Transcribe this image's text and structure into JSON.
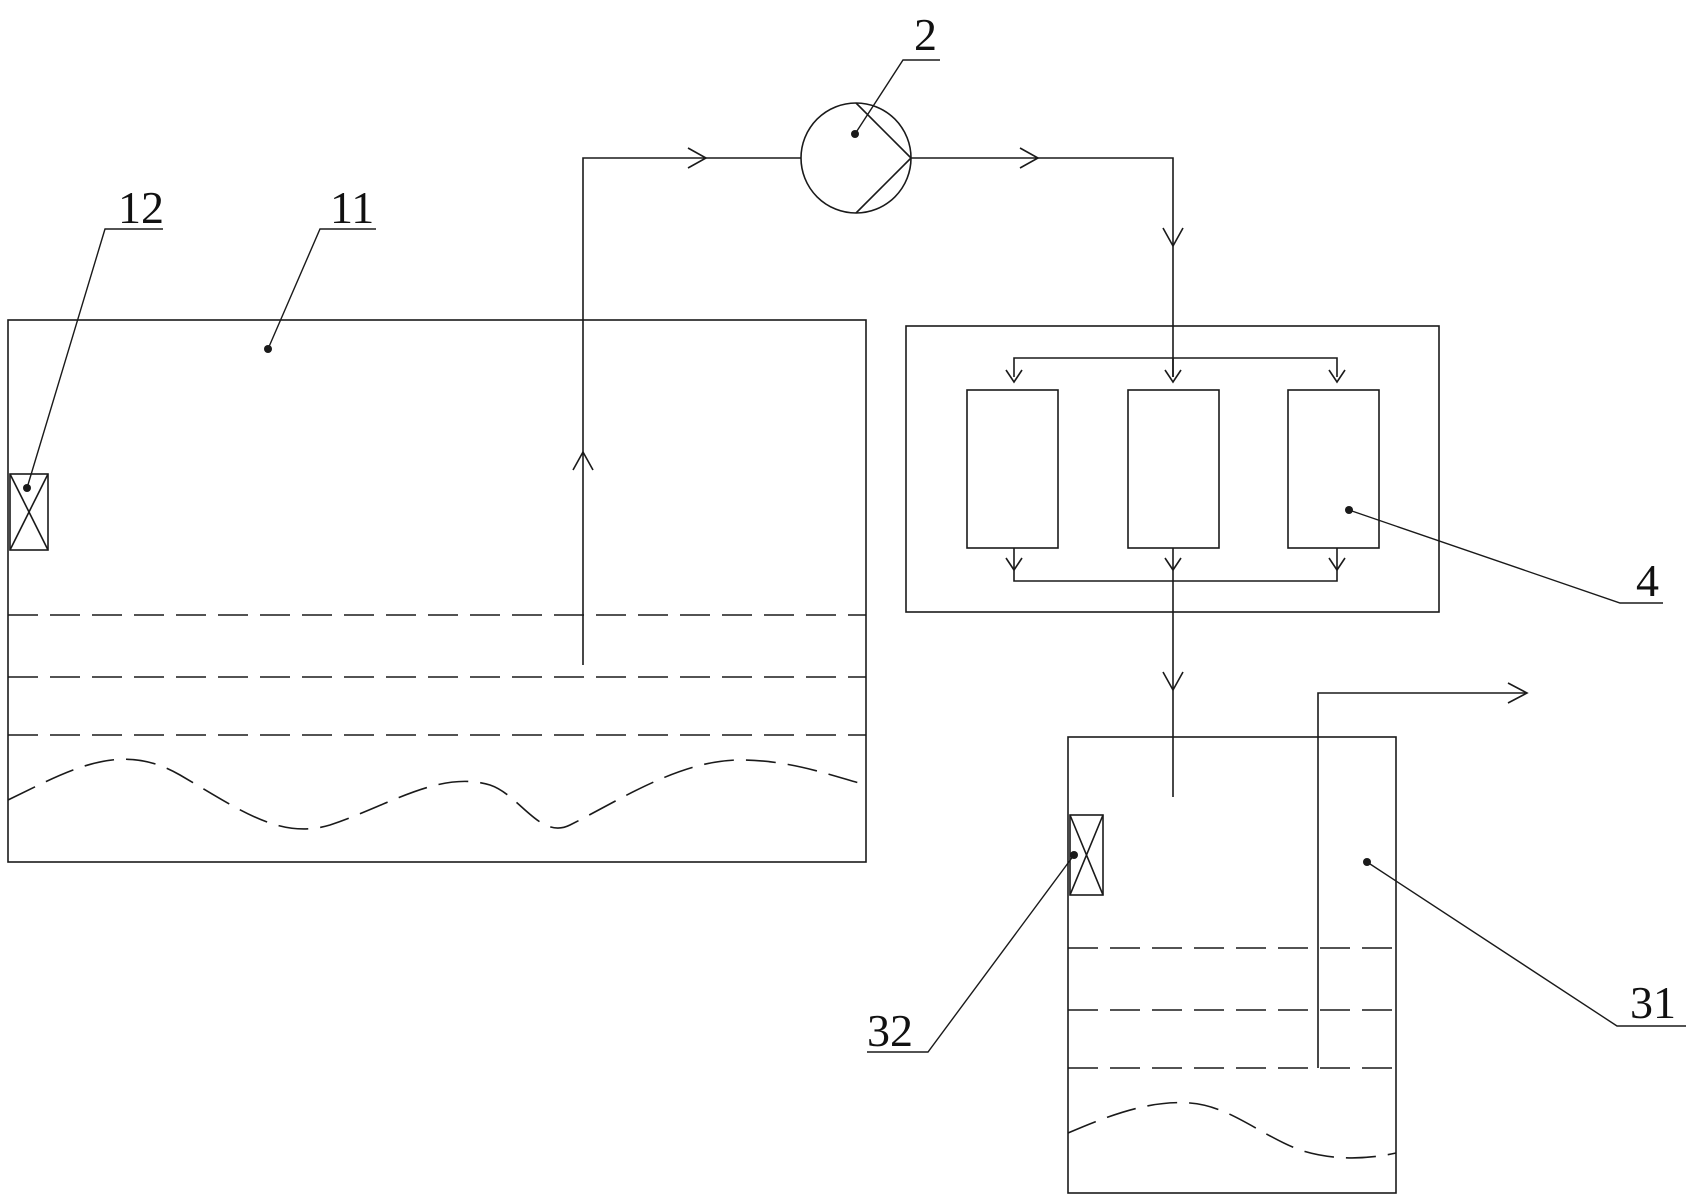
{
  "labels": {
    "pump": "2",
    "tank_left": "11",
    "sensor_left": "12",
    "filter_unit": "4",
    "tank_right": "31",
    "sensor_right": "32"
  }
}
